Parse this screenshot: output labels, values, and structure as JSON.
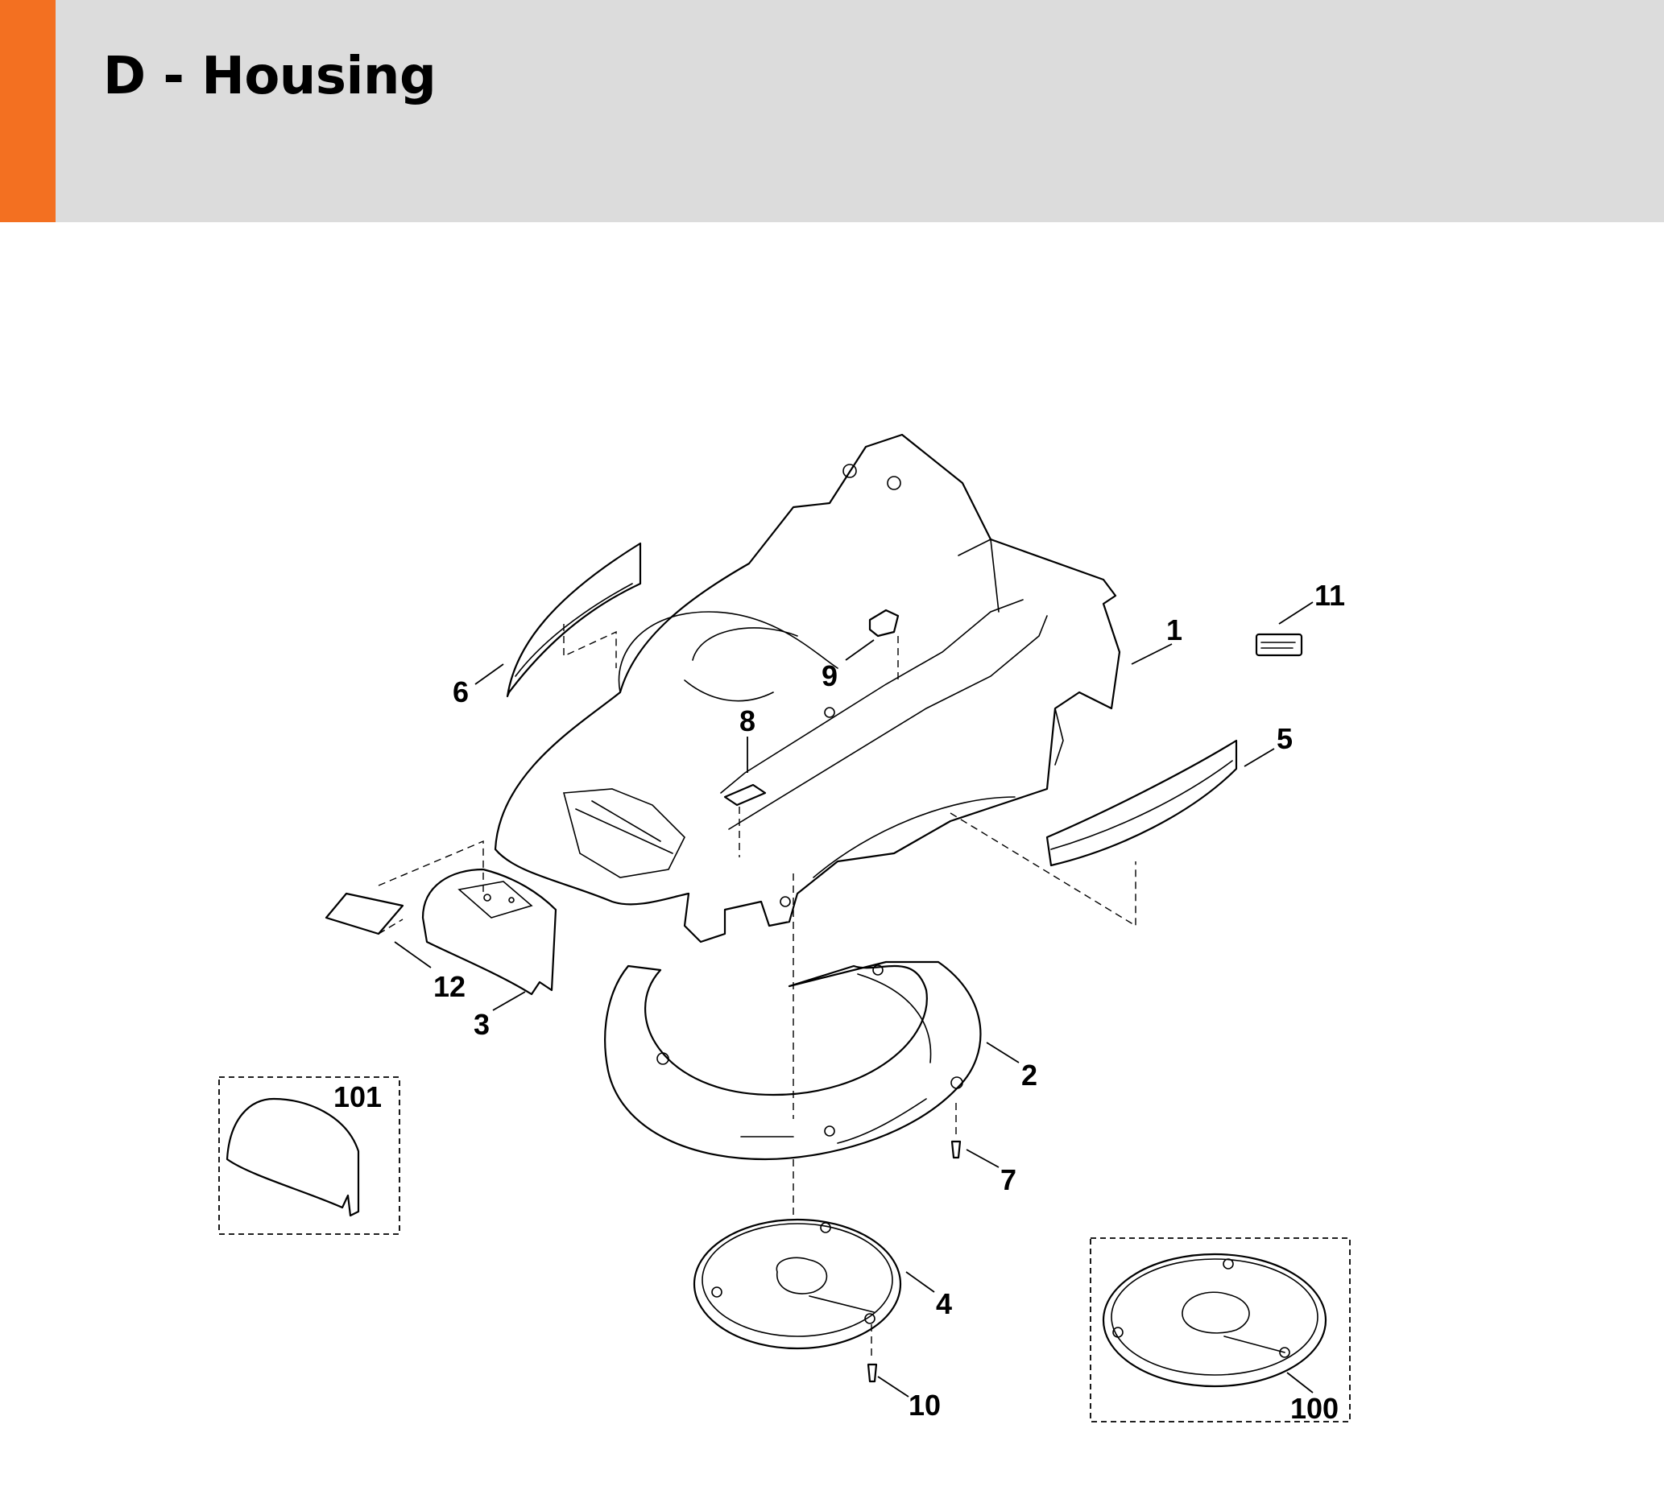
{
  "header": {
    "title": "D - Housing",
    "accent_color": "#f37021",
    "band_color": "#dcdcdc"
  },
  "callouts": [
    "1",
    "2",
    "3",
    "4",
    "5",
    "6",
    "7",
    "8",
    "9",
    "10",
    "11",
    "12",
    "100",
    "101"
  ]
}
